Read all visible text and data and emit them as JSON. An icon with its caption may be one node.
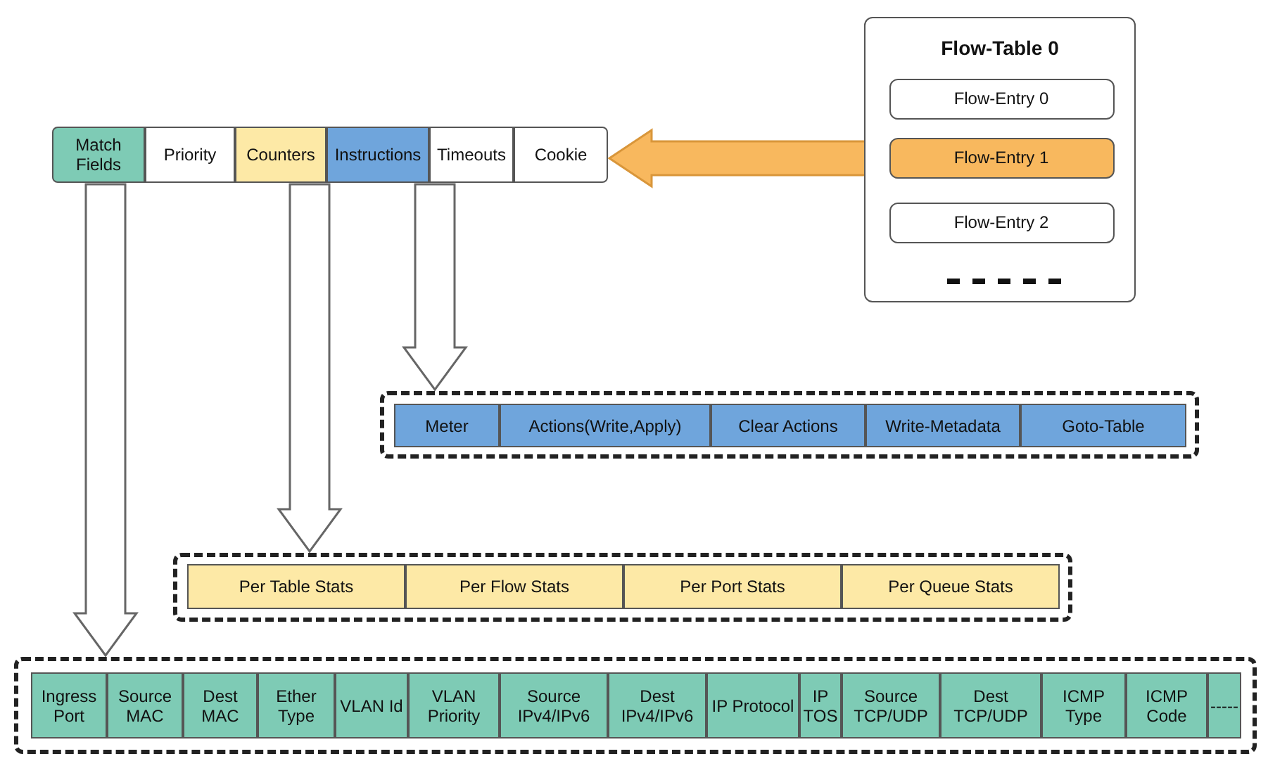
{
  "diagram": {
    "nodes": [
      {
        "text": [
          "Flow-Table 0"
        ]
      },
      {
        "text": [
          "Flow-Entry 0"
        ],
        "in": 0
      },
      {
        "text": [
          "Flow-Entry 1"
        ],
        "in": 0
      },
      {
        "text": [
          "Flow-Entry 2"
        ],
        "in": 0
      },
      {
        "text": [
          "Match Fields"
        ]
      },
      {
        "text": [
          "Priority"
        ]
      },
      {
        "text": [
          "Counters"
        ]
      },
      {
        "text": [
          "Instructions"
        ]
      },
      {
        "text": [
          "Timeouts"
        ]
      },
      {
        "text": [
          "Cookie"
        ]
      },
      {
        "text": [],
        "shape": "box"
      },
      {
        "text": [
          "Meter"
        ],
        "in": 10
      },
      {
        "text": [
          "Actions(Write,Apply)"
        ],
        "in": 10
      },
      {
        "text": [
          "Clear Actions"
        ],
        "in": 10
      },
      {
        "text": [
          "Write-Metadata"
        ],
        "in": 10
      },
      {
        "text": [
          "Goto-Table"
        ],
        "in": 10
      },
      {
        "text": [],
        "shape": "box"
      },
      {
        "text": [
          "Per Table Stats"
        ],
        "in": 16
      },
      {
        "text": [
          "Per Flow Stats"
        ],
        "in": 16
      },
      {
        "text": [
          "Per Port Stats"
        ],
        "in": 16
      },
      {
        "text": [
          "Per Queue Stats"
        ],
        "in": 16
      },
      {
        "text": [],
        "shape": "box"
      },
      {
        "text": [
          "Ingress Port"
        ],
        "in": 21
      },
      {
        "text": [
          "Source MAC"
        ],
        "in": 21
      },
      {
        "text": [
          "Dest MAC"
        ],
        "in": 21
      },
      {
        "text": [
          "Ether Type"
        ],
        "in": 21
      },
      {
        "text": [
          "VLAN Id"
        ],
        "in": 21
      },
      {
        "text": [
          "VLAN Priority"
        ],
        "in": 21
      },
      {
        "text": [
          "Source IPv4/IPv6"
        ],
        "in": 21
      },
      {
        "text": [
          "Dest IPv4/IPv6"
        ],
        "in": 21
      },
      {
        "text": [
          "IP Protocol"
        ],
        "in": 21
      },
      {
        "text": [
          "IP TOS"
        ],
        "in": 21
      },
      {
        "text": [
          "Source TCP/UDP"
        ],
        "in": 21
      },
      {
        "text": [
          "Dest TCP/UDP"
        ],
        "in": 21
      },
      {
        "text": [
          "ICMP Type"
        ],
        "in": 21
      },
      {
        "text": [
          "ICMP Code"
        ],
        "in": 21
      },
      {
        "text": [
          "-----"
        ],
        "in": 21
      }
    ],
    "edges": [
      {
        "from": 2,
        "to": 9,
        "arrow": "to",
        "color": "#f8b85e"
      },
      {
        "from": 7,
        "to": 10,
        "arrow": "to"
      },
      {
        "from": 6,
        "to": 16,
        "arrow": "to"
      },
      {
        "from": 4,
        "to": 21,
        "arrow": "to"
      }
    ]
  }
}
